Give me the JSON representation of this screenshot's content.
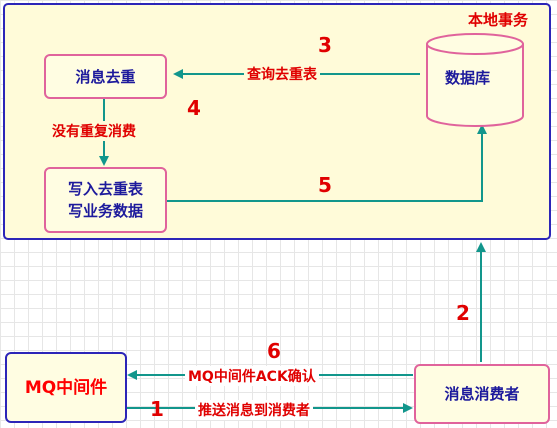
{
  "local_transaction_label": "本地事务",
  "nodes": {
    "dedup": "消息去重",
    "db": "数据库",
    "write": [
      "写入去重表",
      "写业务数据"
    ],
    "mq": "MQ中间件",
    "consumer": "消息消费者"
  },
  "edges": {
    "query": {
      "number": "3",
      "label": "查询去重表"
    },
    "no_dup": {
      "number": "4",
      "label": "没有重复消费"
    },
    "write_db": {
      "number": "5",
      "label": ""
    },
    "consumer_db": {
      "number": "2",
      "label": ""
    },
    "ack": {
      "number": "6",
      "label": "MQ中间件ACK确认"
    },
    "push": {
      "number": "1",
      "label": "推送消息到消费者"
    }
  },
  "colors": {
    "arrow": "#12968c",
    "frame_border": "#2c25b8",
    "node_border": "#e0639c",
    "label_red": "#e00000"
  }
}
